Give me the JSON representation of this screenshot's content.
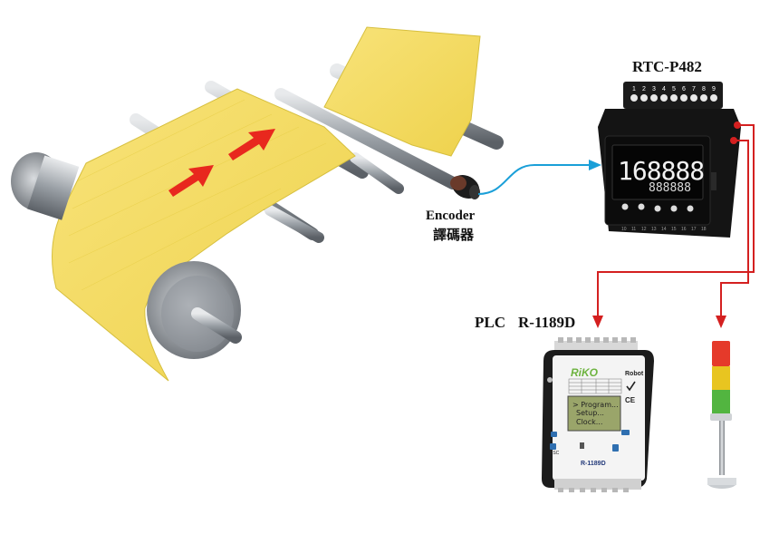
{
  "labels": {
    "rtc_device": "RTC-P482",
    "encoder_en": "Encoder",
    "encoder_zh": "譯碼器",
    "plc_prefix": "PLC",
    "plc_model": "R-1189D"
  },
  "rtc_display": {
    "main_value": "168888",
    "sub_value": "888888",
    "terminal_top": [
      "1",
      "2",
      "3",
      "4",
      "5",
      "6",
      "7",
      "8",
      "9"
    ],
    "terminal_bottom": [
      "10",
      "11",
      "12",
      "13",
      "14",
      "15",
      "16",
      "17",
      "18"
    ]
  },
  "plc_device": {
    "brand": "RiKO",
    "model_small": "R-1189D",
    "robot_label": "Robot",
    "esc_label": "ESC",
    "menu": [
      "> Program...",
      "Setup...",
      "Clock..."
    ]
  },
  "colors": {
    "belt": "#f7e06a",
    "arrow": "#e8281e",
    "encoder_cable": "#1a9fd8",
    "signal_wire": "#d42020",
    "tower_red": "#e53a2a",
    "tower_yellow": "#e8c520",
    "tower_green": "#52b540"
  },
  "icons": [
    "flow-arrow-icon",
    "check-icon",
    "ce-mark-icon"
  ]
}
